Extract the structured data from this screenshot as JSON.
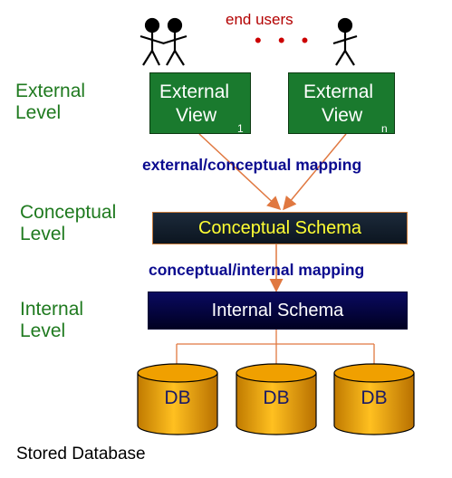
{
  "end_users_label": "end users",
  "end_users_ellipsis": "• • •",
  "levels": {
    "external": [
      "External",
      "Level"
    ],
    "conceptual": [
      "Conceptual",
      "Level"
    ],
    "internal": [
      "Internal",
      "Level"
    ]
  },
  "external_views": [
    {
      "line1": "External",
      "line2": "View",
      "subscript": "1"
    },
    {
      "line1": "External",
      "line2": "View",
      "subscript": "n"
    }
  ],
  "mappings": {
    "external_conceptual": "external/conceptual mapping",
    "conceptual_internal": "conceptual/internal mapping"
  },
  "conceptual_schema": "Conceptual Schema",
  "internal_schema": "Internal Schema",
  "databases": [
    "DB",
    "DB",
    "DB"
  ],
  "stored_database": "Stored Database",
  "colors": {
    "level_text": "#1f7a1f",
    "mapping_text": "#0a0a8f",
    "end_users_text": "#b30000",
    "external_view_fill": "#1a7a2e",
    "conceptual_schema_text": "#ffff33",
    "arrow": "#e07840",
    "db_fill": "#f0a000"
  }
}
